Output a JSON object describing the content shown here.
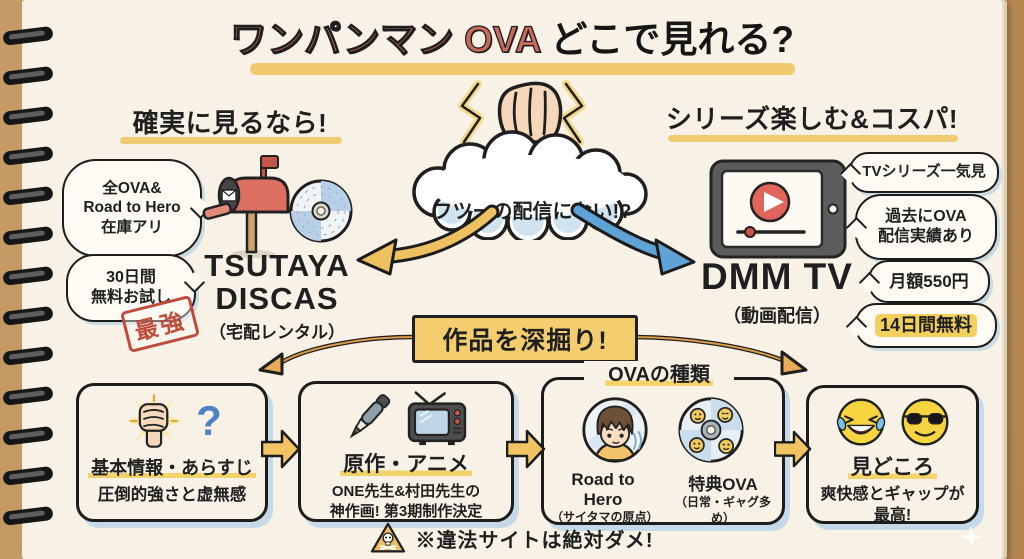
{
  "colors": {
    "page": "#f7f2e5",
    "wood": "#c59a66",
    "ink": "#1f1f1f",
    "accent_red": "#c96a5b",
    "accent_yellow": "#eec45e",
    "accent_orange": "#e8a54a",
    "accent_blue": "#5fa3d6",
    "shadow_blue": "#c5d9e9",
    "bubble_bg": "#fdfbf4",
    "stamp_red": "#bf4c3b",
    "highlight_yellow": "#f3d05c",
    "banner_bg": "#f4cd6f"
  },
  "title": {
    "main": "ワンパンマン OVA",
    "suffix": "どこで見れる?"
  },
  "tsutaya": {
    "heading": "確実に見るなら!",
    "bubble_stock": "全OVA&\nRoad to Hero\n在庫アリ",
    "bubble_trial": "30日間\n無料お試し",
    "stamp": "最強",
    "name_line1": "TSUTAYA",
    "name_line2": "DISCAS",
    "subtitle": "（宅配レンタル）"
  },
  "cloud": {
    "text": "フツーの配信にない!?"
  },
  "dmm": {
    "heading": "シリーズ楽しむ&コスパ!",
    "name": "DMM TV",
    "subtitle": "（動画配信）",
    "bubble_series": "TVシリーズ一気見",
    "bubble_history": "過去にOVA\n配信実績あり",
    "bubble_price": "月額550円",
    "bubble_free": "14日間無料"
  },
  "banner": {
    "label": "作品を深掘り!"
  },
  "flow": {
    "box1": {
      "question_mark": "?",
      "title": "基本情報・あらすじ",
      "desc": "圧倒的強さと虚無感"
    },
    "box2": {
      "title": "原作・アニメ",
      "desc": "ONE先生&村田先生の\n神作画! 第3期制作決定"
    },
    "box3": {
      "label": "OVAの種類",
      "item1": {
        "title": "Road to Hero",
        "desc": "（サイタマの原点）"
      },
      "item2": {
        "title": "特典OVA",
        "desc": "（日常・ギャグ多め）"
      }
    },
    "box4": {
      "title": "見どころ",
      "desc": "爽快感とギャップが\n最高!"
    }
  },
  "warning": {
    "text": "※違法サイトは絶対ダメ!"
  },
  "icons": [
    "spiral-binding",
    "mailbox-icon",
    "dvd-disc-icon",
    "punch-fist-icon",
    "speech-cloud",
    "curved-arrow-left-icon",
    "curved-arrow-right-icon",
    "tablet-player-icon",
    "raised-fist-icon",
    "question-mark",
    "fountain-pen-icon",
    "tv-icon",
    "saitama-avatar-icon",
    "bonus-disc-icon",
    "joy-emoji-icon",
    "cool-emoji-icon",
    "skull-warning-icon",
    "flow-arrow-icon",
    "sparkle-icon"
  ]
}
